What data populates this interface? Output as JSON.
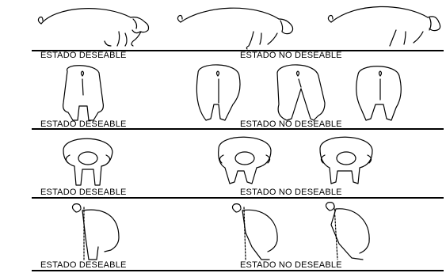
{
  "rows": [
    {
      "good_label": "ESTADO  DESEABLE",
      "bad_label": "ESTADO NO DESEABLE"
    },
    {
      "good_label": "ESTADO  DESEABLE",
      "bad_label": "ESTADO NO DESEABLE"
    },
    {
      "good_label": "ESTADO  DESEABLE",
      "bad_label": "ESTADO NO DESEABLE"
    },
    {
      "good_label": "ESTADO  DESEABLE",
      "bad_label": "ESTADO NO DESEABLE"
    }
  ]
}
